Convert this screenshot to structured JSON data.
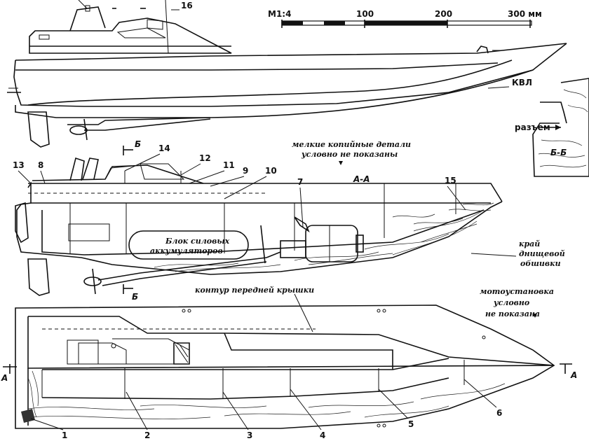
{
  "scale": {
    "label": "М1:4",
    "ticks": [
      "100",
      "200",
      "300 мм"
    ]
  },
  "section_labels": {
    "aa": "А-А",
    "bb": "Б-Б",
    "b_upper": "Б",
    "b_lower": "Б",
    "a_left": "А",
    "a_right": "А"
  },
  "waterline": "КВЛ",
  "notes": {
    "small_details": [
      "мелкие копийные детали",
      "условно не показаны"
    ],
    "battery": [
      "Блок силовых",
      "аккумуляторов"
    ],
    "bottom_edge": [
      "край",
      "днищевой",
      "обшивки"
    ],
    "front_cover": "контур передней крышки",
    "motor": [
      "мотоустановка",
      "условно",
      "не показана"
    ],
    "joint": "разъем"
  },
  "callouts": [
    "1",
    "2",
    "3",
    "4",
    "5",
    "6",
    "7",
    "8",
    "9",
    "10",
    "11",
    "12",
    "13",
    "14",
    "15",
    "16"
  ]
}
